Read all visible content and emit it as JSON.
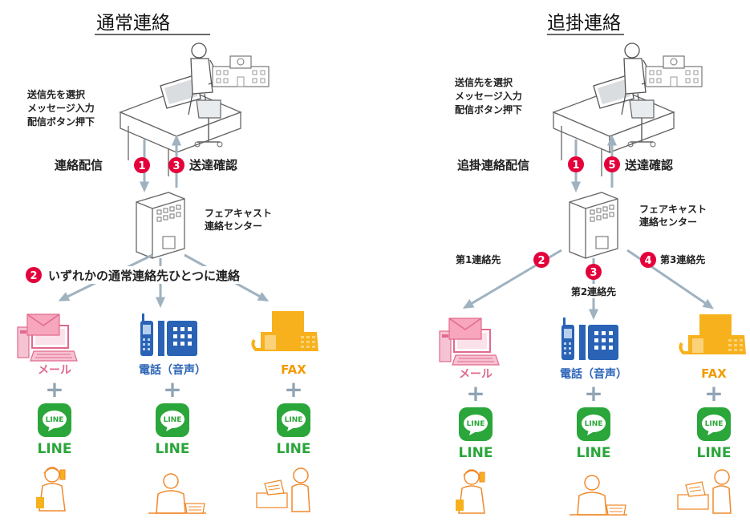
{
  "colors": {
    "arrow": "#9fb2c0",
    "badge": "#e4003a",
    "mail": "#e26a8d",
    "tel": "#2a63b6",
    "fax": "#f29b00",
    "line": "#2aa63a",
    "person": "#f08a2c"
  },
  "left": {
    "title": "通常連絡",
    "instructions": [
      "送信先を選択",
      "メッセージ入力",
      "配信ボタン押下"
    ],
    "step_send": {
      "num": "1",
      "label": "連絡配信"
    },
    "step_confirm": {
      "num": "3",
      "label": "送達確認"
    },
    "center": [
      "フェアキャスト",
      "連絡センター"
    ],
    "step_contact": {
      "num": "2",
      "label": "いずれかの通常連絡先ひとつに連絡"
    },
    "devices": [
      {
        "name": "メール",
        "icon": "mail-pc-icon",
        "line": "LINE"
      },
      {
        "name": "電話（音声）",
        "icon": "phone-icon",
        "line": "LINE"
      },
      {
        "name": "FAX",
        "icon": "fax-icon",
        "line": "LINE"
      }
    ]
  },
  "right": {
    "title": "追掛連絡",
    "instructions": [
      "送信先を選択",
      "メッセージ入力",
      "配信ボタン押下"
    ],
    "step_send": {
      "num": "1",
      "label": "追掛連絡配信"
    },
    "step_confirm": {
      "num": "5",
      "label": "送達確認"
    },
    "center": [
      "フェアキャスト",
      "連絡センター"
    ],
    "contacts": [
      {
        "num": "2",
        "label": "第1連絡先"
      },
      {
        "num": "3",
        "label": "第2連絡先"
      },
      {
        "num": "4",
        "label": "第3連絡先"
      }
    ],
    "devices": [
      {
        "name": "メール",
        "icon": "mail-pc-icon",
        "line": "LINE"
      },
      {
        "name": "電話（音声）",
        "icon": "phone-icon",
        "line": "LINE"
      },
      {
        "name": "FAX",
        "icon": "fax-icon",
        "line": "LINE"
      }
    ]
  },
  "badge_text": "LINE",
  "plus": "+"
}
